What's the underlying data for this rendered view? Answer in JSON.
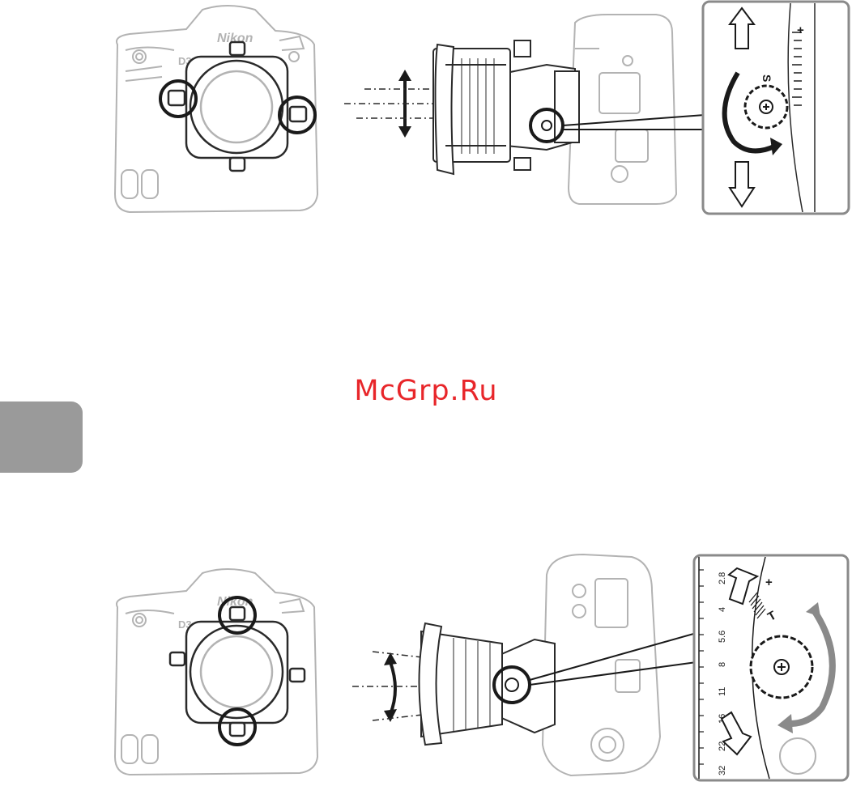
{
  "watermark": {
    "text": "McGrp.Ru",
    "color": "#e8262a"
  },
  "camera_front_1": {
    "brand": "Nikon",
    "model": "D3"
  },
  "camera_front_2": {
    "brand": "Nikon",
    "model": "D3"
  },
  "shift_detail": {
    "labels": [
      "S",
      "+",
      "–"
    ]
  },
  "tilt_detail": {
    "aperture_scale": [
      "2.8",
      "4",
      "5.6",
      "8",
      "11",
      "16",
      "22",
      "32"
    ],
    "labels": [
      "T",
      "+"
    ]
  },
  "colors": {
    "line": "#2a2a2a",
    "faded": "#b0b0b0",
    "tab": "#9a9a9a"
  },
  "icons": [
    "shift-arrow-icon",
    "rotate-arrow-icon",
    "knob-icon"
  ]
}
